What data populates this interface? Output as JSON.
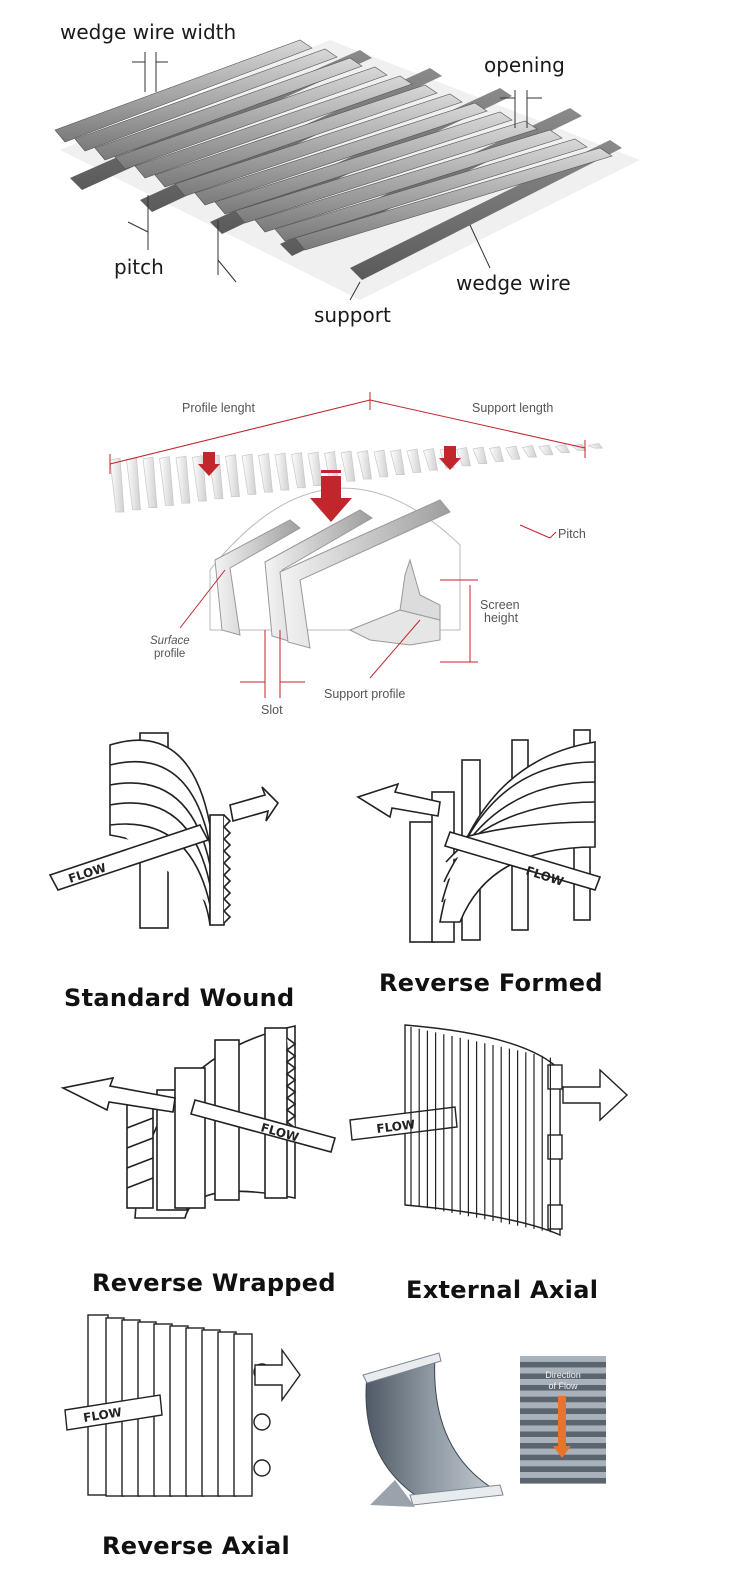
{
  "panel1": {
    "labels": {
      "wedge_wire_width": "wedge wire width",
      "opening": "opening",
      "pitch": "pitch",
      "wedge_wire": "wedge wire",
      "support": "support"
    }
  },
  "panel2": {
    "labels": {
      "profile_length": "Profile lenght",
      "support_length": "Support length",
      "pitch": "Pitch",
      "screen_height_1": "Screen",
      "screen_height_2": "height",
      "surface_profile_1": "Surface",
      "surface_profile_2": "profile",
      "support_profile": "Support profile",
      "slot": "Slot"
    },
    "colors": {
      "arrow": "#c0262c",
      "dimension": "#c0262c"
    }
  },
  "types": {
    "flow_label": "FLOW",
    "standard_wound": "Standard Wound",
    "reverse_formed": "Reverse Formed",
    "reverse_wrapped": "Reverse Wrapped",
    "external_axial": "External Axial",
    "reverse_axial": "Reverse Axial"
  },
  "photo": {
    "direction_1": "Direction",
    "direction_2": "of Flow",
    "arrow_color": "#e8732a"
  }
}
